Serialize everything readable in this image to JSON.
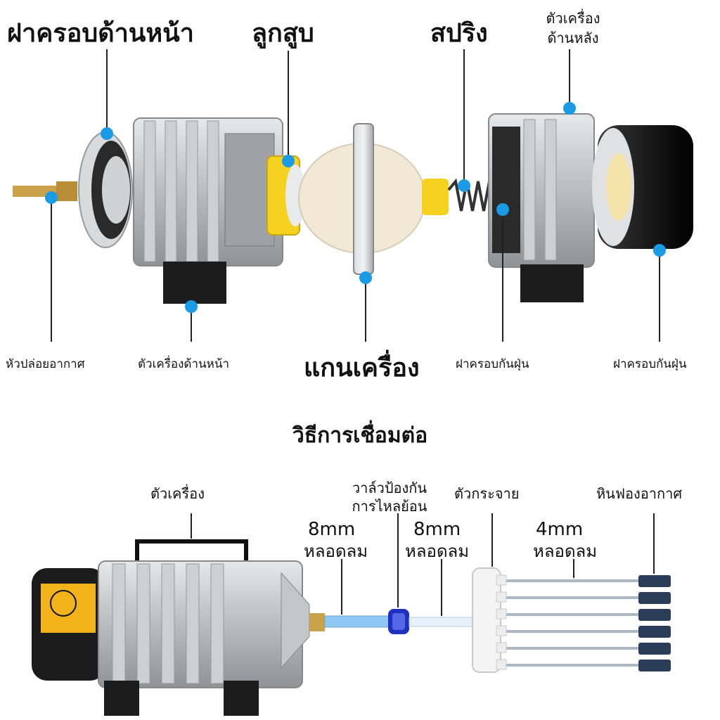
{
  "exploded": {
    "front_cover": "ฝาครอบด้านหน้า",
    "piston": "ลูกสูบ",
    "spring": "สปริง",
    "rear_body_line1": "ตัวเครื่อง",
    "rear_body_line2": "ด้านหลัง",
    "air_outlet": "หัวปล่อยอากาศ",
    "front_body": "ตัวเครื่องด้านหน้า",
    "core_shaft": "แกนเครื่อง",
    "dust_cover_1": "ฝาครอบกันฝุ่น",
    "dust_cover_2": "ฝาครอบกันฝุ่น"
  },
  "connection": {
    "title": "วิธีการเชื่อมต่อ",
    "machine": "ตัวเครื่อง",
    "check_valve_line1": "วาล์วป้องกัน",
    "check_valve_line2": "การไหลย้อน",
    "distributor": "ตัวกระจาย",
    "air_stone": "หินฟองอากาศ",
    "tube1_size": "8mm",
    "tube1_label": "หลอดลม",
    "tube2_size": "8mm",
    "tube2_label": "หลอดลม",
    "tube3_size": "4mm",
    "tube3_label": "หลอดลม"
  },
  "colors": {
    "marker": "#1a9be6",
    "accent_yellow": "#f5d21f",
    "tube_blue": "#8fc8f5"
  }
}
